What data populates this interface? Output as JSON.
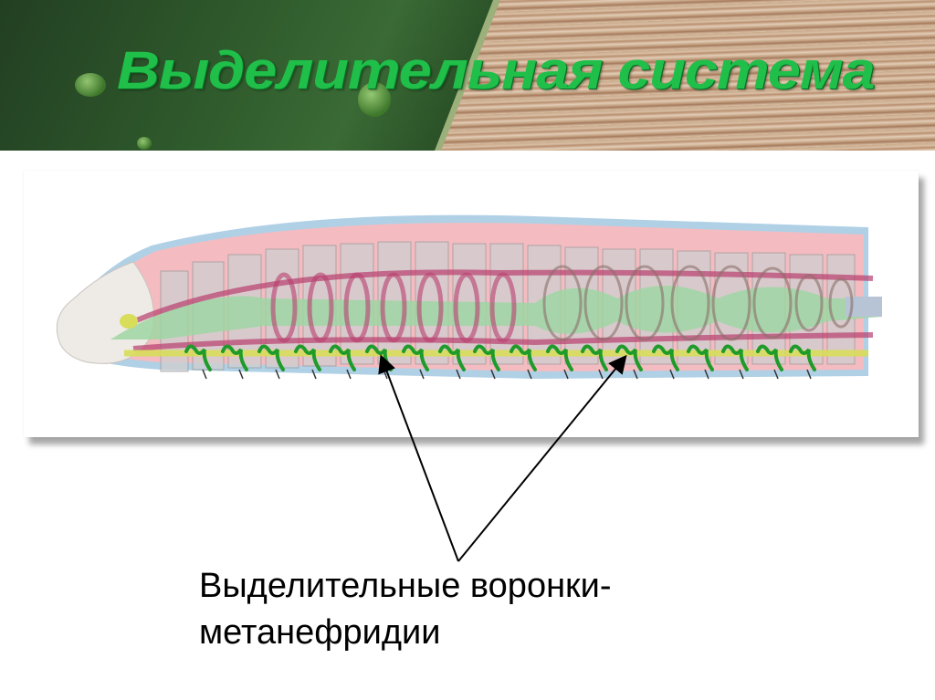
{
  "slide": {
    "title": "Выделительная система",
    "caption_line1": "Выделительные воронки-",
    "caption_line2": "метанефридии"
  },
  "diagram": {
    "subject": "earthworm-longitudinal-section",
    "nephridia_count": 20,
    "arrow_count": 2,
    "colors": {
      "title_green": "#1fbf4a",
      "nephridia_green": "#1e9b2a",
      "blood_vessel": "#b9406f",
      "gut_green": "#9fd6a3",
      "body_pink": "#f4bcc0",
      "cuticle_blue": "#9cc4e0",
      "nerve_cord_yellow": "#d8dd5a"
    }
  }
}
